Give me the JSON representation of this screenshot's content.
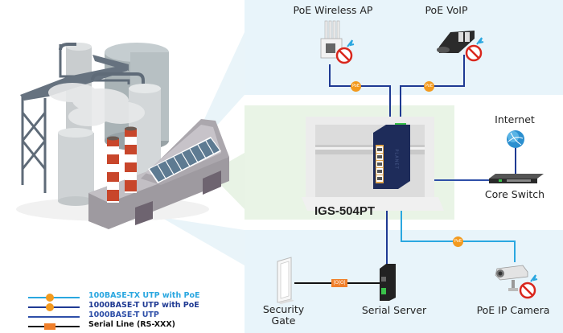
{
  "diagram": {
    "model": "IGS-504PT",
    "switch_brand": "PLANET",
    "devices": {
      "wireless_ap": "PoE Wireless AP",
      "voip": "PoE VoIP",
      "internet": "Internet",
      "core_switch": "Core Switch",
      "security_gate_line1": "Security",
      "security_gate_line2": "Gate",
      "serial_server": "Serial Server",
      "ip_camera": "PoE IP Camera"
    },
    "badges": {
      "poe": "PoE",
      "serial": "|O|O|"
    }
  },
  "legend": [
    {
      "label": "100BASE-TX UTP with PoE",
      "color": "#2aa7e0",
      "marker": "poe"
    },
    {
      "label": "1000BASE-T UTP with PoE",
      "color": "#1f3a93",
      "marker": "poe"
    },
    {
      "label": "1000BASE-T UTP",
      "color": "#2e4fa8",
      "marker": "none"
    },
    {
      "label": "Serial Line (RS-XXX)",
      "color": "#111111",
      "marker": "serial"
    }
  ],
  "colors": {
    "line_light_blue": "#2aa7e0",
    "line_dark_blue": "#1f3a93",
    "poe_badge": "#f39a1e",
    "serial_badge": "#f07f2a",
    "panel_blue": "#e8f4fa",
    "panel_green": "#e9f4e6"
  }
}
